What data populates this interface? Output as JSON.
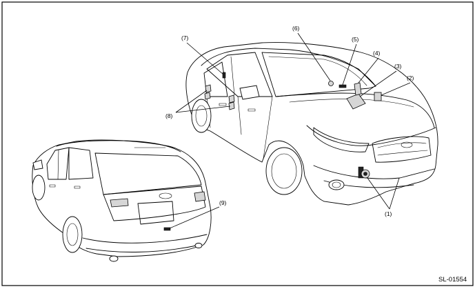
{
  "figure_id": "SL-01554",
  "callouts": [
    "(1)",
    "(2)",
    "(3)",
    "(4)",
    "(5)",
    "(6)",
    "(7)",
    "(8)",
    "(9)"
  ]
}
